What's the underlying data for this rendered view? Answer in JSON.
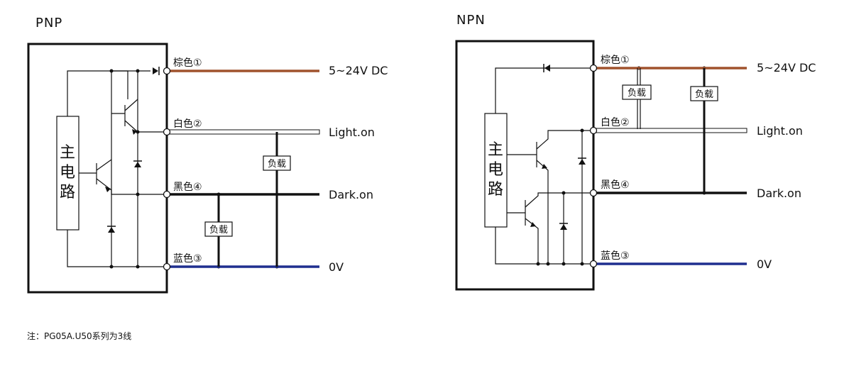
{
  "pnp": {
    "title": "PNP",
    "mcu": [
      "主",
      "电",
      "路"
    ],
    "pins": {
      "brown": "棕色①",
      "white": "白色②",
      "black": "黑色④",
      "blue": "蓝色③"
    },
    "ends": {
      "supply": "5~24V DC",
      "light": "Light.on",
      "dark": "Dark.on",
      "ground": "0V"
    },
    "load": "负载"
  },
  "npn": {
    "title": "NPN",
    "mcu": [
      "主",
      "电",
      "路"
    ],
    "pins": {
      "brown": "棕色①",
      "white": "白色②",
      "black": "黑色④",
      "blue": "蓝色③"
    },
    "ends": {
      "supply": "5~24V DC",
      "light": "Light.on",
      "dark": "Dark.on",
      "ground": "0V"
    },
    "load": "负载"
  },
  "colors": {
    "brown": "#a0522d",
    "blue": "#1f2f8f",
    "black": "#111111",
    "white_wire": "#ffffff"
  },
  "note": "注：PG05A.U50系列为3线"
}
